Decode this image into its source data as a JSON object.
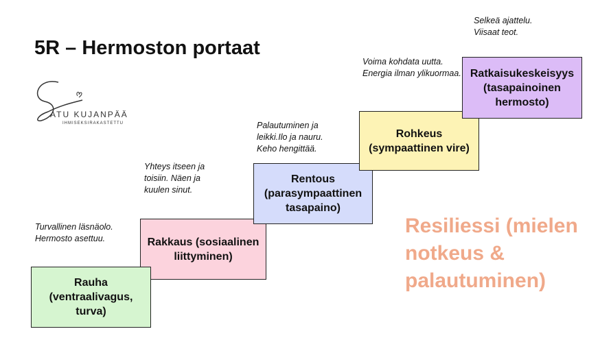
{
  "title": "5R – Hermoston portaat",
  "logo": {
    "name": "SATU KUJANPÄÄ",
    "subtitle": "IHMISEKSIRAKASTETTU"
  },
  "steps": [
    {
      "label": "Rauha (ventraalivagus, turva)",
      "note": "Turvallinen läsnäolo. Hermosto asettuu.",
      "color": "#d6f5d0"
    },
    {
      "label": "Rakkaus (sosiaalinen liittyminen)",
      "note": "Yhteys itseen ja toisiin. Näen ja kuulen sinut.",
      "color": "#fcd3dd"
    },
    {
      "label": "Rentous (parasympaattinen tasapaino)",
      "note": "Palautuminen ja leikki.Ilo ja nauru. Keho hengittää.",
      "color": "#d5dcfb"
    },
    {
      "label": "Rohkeus (sympaattinen vire)",
      "note": "Voima kohdata uutta. Energia ilman ylikuormaa.",
      "color": "#fdf3b5"
    },
    {
      "label": "Ratkaisukeskeisyys (tasapainoinen hermosto)",
      "note": "Selkeä ajattelu. Viisaat teot.",
      "color": "#dcbcf7"
    }
  ],
  "resilience": "Resiliessi (mielen notkeus & palautuminen)"
}
